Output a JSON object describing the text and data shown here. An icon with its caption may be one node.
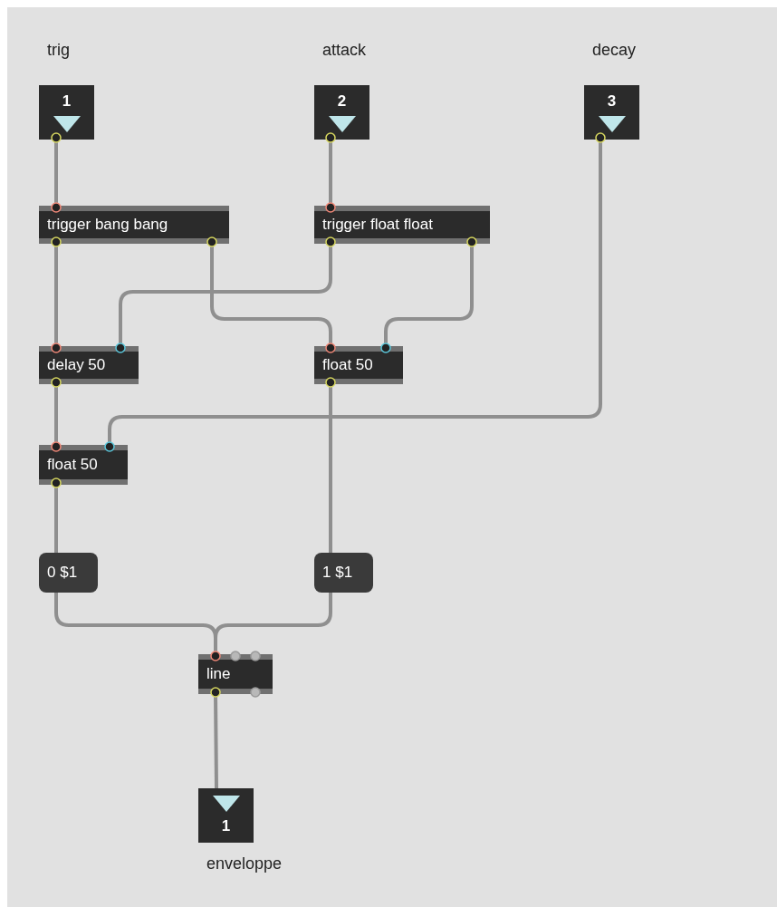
{
  "diagram": {
    "nodes": [
      {
        "text": [
          "1"
        ],
        "beside": [
          "trig"
        ]
      },
      {
        "text": [
          "2"
        ],
        "beside": [
          "attack"
        ]
      },
      {
        "text": [
          "3"
        ],
        "beside": [
          "decay"
        ]
      },
      {
        "text": [
          "trigger bang bang"
        ]
      },
      {
        "text": [
          "trigger float float"
        ]
      },
      {
        "text": [
          "delay 50"
        ]
      },
      {
        "text": [
          "float 50"
        ]
      },
      {
        "text": [
          "float 50"
        ]
      },
      {
        "text": [
          "0 $1"
        ]
      },
      {
        "text": [
          "1 $1"
        ]
      },
      {
        "text": [
          "line"
        ]
      },
      {
        "text": [
          "1"
        ],
        "beside": [
          "enveloppe"
        ]
      }
    ],
    "edges": [
      {
        "from": 0,
        "to": 3,
        "arrow": "none"
      },
      {
        "from": 1,
        "to": 4,
        "arrow": "none"
      },
      {
        "from": 3,
        "to": 5,
        "arrow": "none"
      },
      {
        "from": 3,
        "to": 6,
        "arrow": "none"
      },
      {
        "from": 4,
        "to": 5,
        "arrow": "none"
      },
      {
        "from": 4,
        "to": 6,
        "arrow": "none"
      },
      {
        "from": 2,
        "to": 7,
        "arrow": "none"
      },
      {
        "from": 5,
        "to": 7,
        "arrow": "none"
      },
      {
        "from": 6,
        "to": 9,
        "arrow": "none"
      },
      {
        "from": 7,
        "to": 8,
        "arrow": "none"
      },
      {
        "from": 8,
        "to": 10,
        "arrow": "none"
      },
      {
        "from": 9,
        "to": 10,
        "arrow": "none"
      },
      {
        "from": 10,
        "to": 11,
        "arrow": "none"
      }
    ]
  }
}
